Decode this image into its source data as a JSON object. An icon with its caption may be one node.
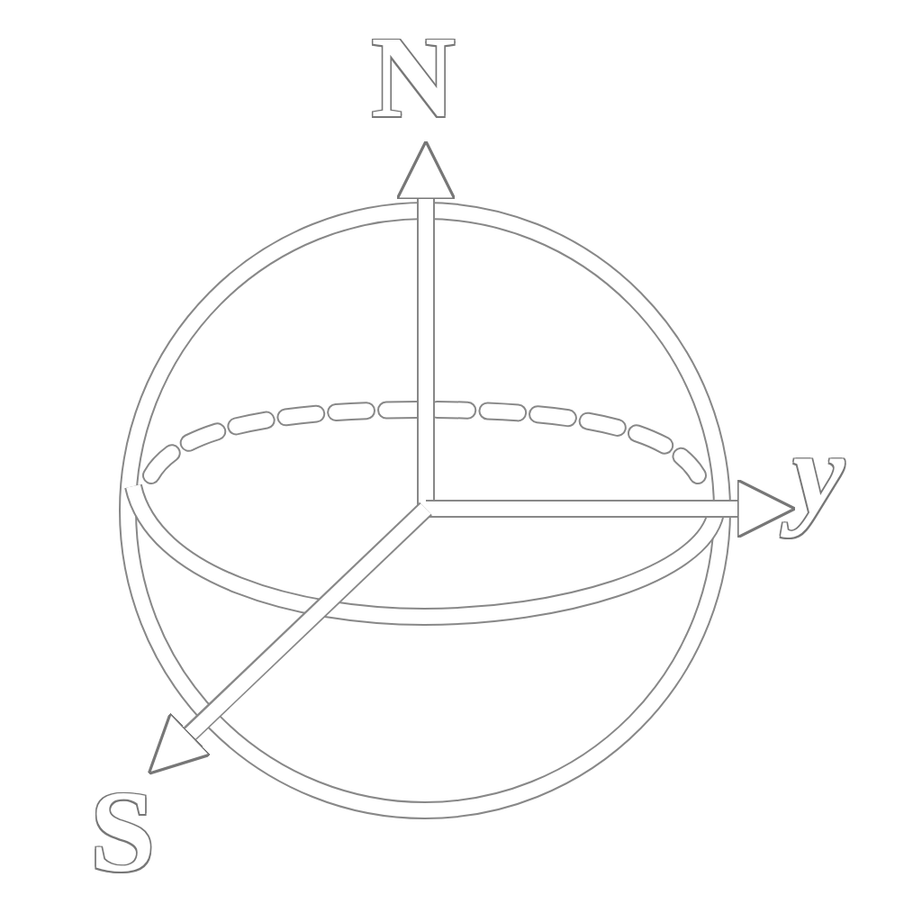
{
  "diagram": {
    "labels": [
      "N",
      "y",
      "S"
    ]
  }
}
